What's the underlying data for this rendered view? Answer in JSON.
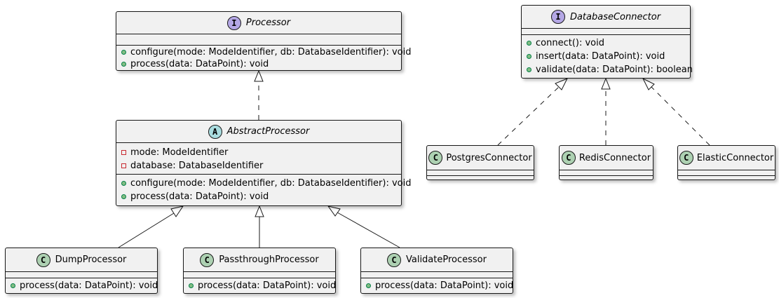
{
  "colors": {
    "box_fill": "#f1f1f1",
    "box_border": "#181818",
    "interface_badge": "#b4a7e5",
    "abstract_badge": "#a9dcdf",
    "class_badge": "#add1b2",
    "public_marker": "#84be84",
    "private_marker": "#c82930"
  },
  "classes": {
    "processor": {
      "badge": "I",
      "name": "Processor",
      "methods": [
        "configure(mode: ModeIdentifier, db: DatabaseIdentifier): void",
        "process(data: DataPoint): void"
      ]
    },
    "abstract_processor": {
      "badge": "A",
      "name": "AbstractProcessor",
      "fields": [
        "mode: ModeIdentifier",
        "database: DatabaseIdentifier"
      ],
      "methods": [
        "configure(mode: ModeIdentifier, db: DatabaseIdentifier): void",
        "process(data: DataPoint): void"
      ]
    },
    "dump_processor": {
      "badge": "C",
      "name": "DumpProcessor",
      "methods": [
        "process(data: DataPoint): void"
      ]
    },
    "passthrough_processor": {
      "badge": "C",
      "name": "PassthroughProcessor",
      "methods": [
        "process(data: DataPoint): void"
      ]
    },
    "validate_processor": {
      "badge": "C",
      "name": "ValidateProcessor",
      "methods": [
        "process(data: DataPoint): void"
      ]
    },
    "database_connector": {
      "badge": "I",
      "name": "DatabaseConnector",
      "methods": [
        "connect(): void",
        "insert(data: DataPoint): void",
        "validate(data: DataPoint): boolean"
      ]
    },
    "postgres_connector": {
      "badge": "C",
      "name": "PostgresConnector"
    },
    "redis_connector": {
      "badge": "C",
      "name": "RedisConnector"
    },
    "elastic_connector": {
      "badge": "C",
      "name": "ElasticConnector"
    }
  },
  "relations": [
    {
      "from": "abstract_processor",
      "to": "processor",
      "kind": "realization"
    },
    {
      "from": "dump_processor",
      "to": "abstract_processor",
      "kind": "generalization"
    },
    {
      "from": "passthrough_processor",
      "to": "abstract_processor",
      "kind": "generalization"
    },
    {
      "from": "validate_processor",
      "to": "abstract_processor",
      "kind": "generalization"
    },
    {
      "from": "postgres_connector",
      "to": "database_connector",
      "kind": "realization"
    },
    {
      "from": "redis_connector",
      "to": "database_connector",
      "kind": "realization"
    },
    {
      "from": "elastic_connector",
      "to": "database_connector",
      "kind": "realization"
    }
  ]
}
